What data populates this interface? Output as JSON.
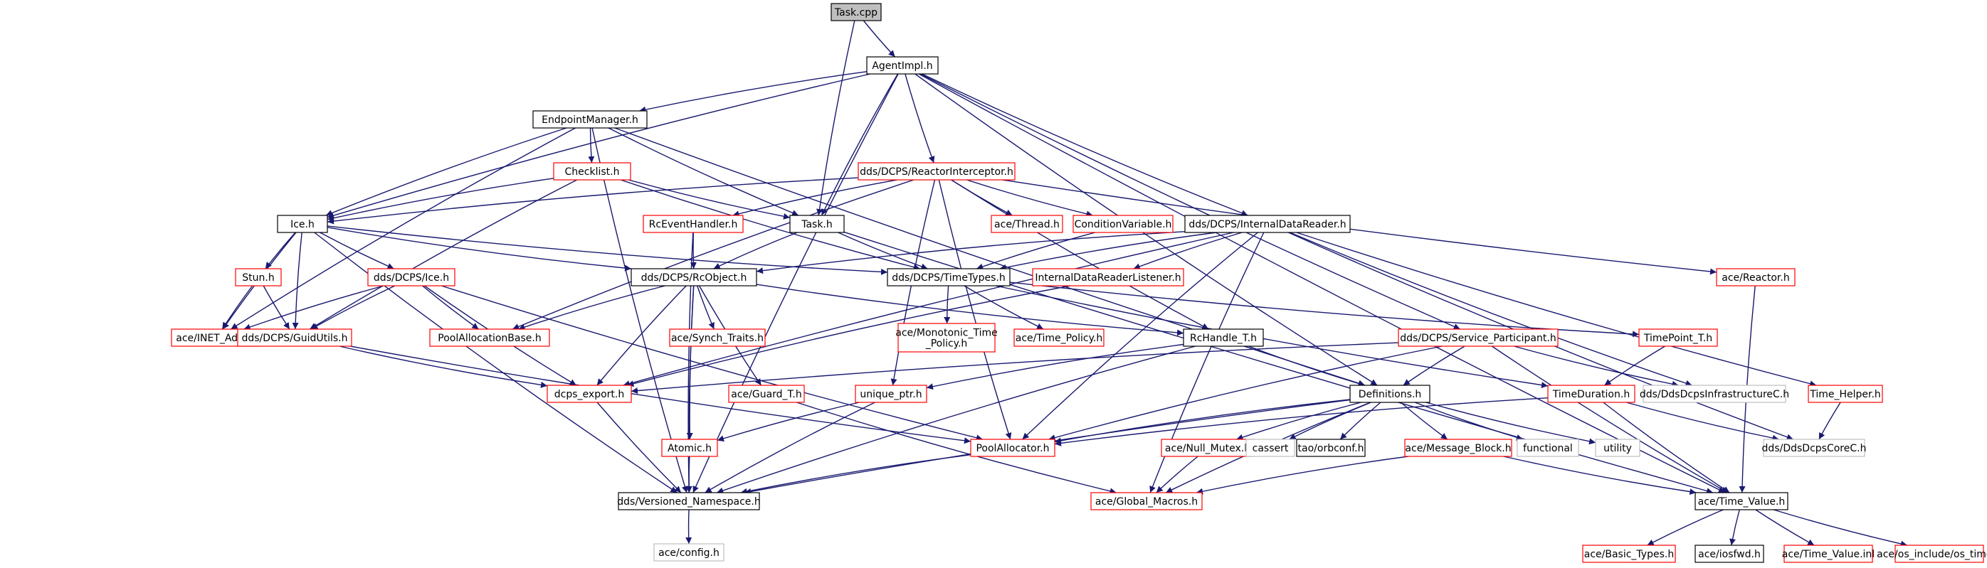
{
  "graph": {
    "nodes": [
      {
        "id": "task_cpp",
        "label": "Task.cpp",
        "style": "root"
      },
      {
        "id": "agentimpl",
        "label": "AgentImpl.h",
        "style": "black"
      },
      {
        "id": "endpointmgr",
        "label": "EndpointManager.h",
        "style": "black"
      },
      {
        "id": "checklist",
        "label": "Checklist.h",
        "style": "red"
      },
      {
        "id": "reactorint",
        "label": "dds/DCPS/ReactorInterceptor.h",
        "style": "red"
      },
      {
        "id": "internaldr",
        "label": "dds/DCPS/InternalDataReader.h",
        "style": "black"
      },
      {
        "id": "ice",
        "label": "Ice.h",
        "style": "black"
      },
      {
        "id": "rceventhandler",
        "label": "RcEventHandler.h",
        "style": "red"
      },
      {
        "id": "task_h",
        "label": "Task.h",
        "style": "black"
      },
      {
        "id": "acethread",
        "label": "ace/Thread.h",
        "style": "red"
      },
      {
        "id": "condvar",
        "label": "ConditionVariable.h",
        "style": "red"
      },
      {
        "id": "acereactor",
        "label": "ace/Reactor.h",
        "style": "red"
      },
      {
        "id": "stun",
        "label": "Stun.h",
        "style": "red"
      },
      {
        "id": "dcpsice",
        "label": "dds/DCPS/Ice.h",
        "style": "red"
      },
      {
        "id": "rcobject",
        "label": "dds/DCPS/RcObject.h",
        "style": "black"
      },
      {
        "id": "timetypes",
        "label": "dds/DCPS/TimeTypes.h",
        "style": "black"
      },
      {
        "id": "idrlistener",
        "label": "InternalDataReaderListener.h",
        "style": "red"
      },
      {
        "id": "inetaddr",
        "label": "ace/INET_Addr.h",
        "style": "red"
      },
      {
        "id": "guidutils",
        "label": "dds/DCPS/GuidUtils.h",
        "style": "red"
      },
      {
        "id": "poolallocbase",
        "label": "PoolAllocationBase.h",
        "style": "red"
      },
      {
        "id": "synchtraits",
        "label": "ace/Synch_Traits.h",
        "style": "red"
      },
      {
        "id": "monotonic",
        "label": "ace/Monotonic_Time_Policy.h",
        "lines": [
          "ace/Monotonic_Time",
          "_Policy.h"
        ],
        "style": "red"
      },
      {
        "id": "timepolicy",
        "label": "ace/Time_Policy.h",
        "style": "red"
      },
      {
        "id": "rchandle",
        "label": "RcHandle_T.h",
        "style": "black"
      },
      {
        "id": "svcpart",
        "label": "dds/DCPS/Service_Participant.h",
        "style": "red"
      },
      {
        "id": "timepoint",
        "label": "TimePoint_T.h",
        "style": "red"
      },
      {
        "id": "dcpsexport",
        "label": "dcps_export.h",
        "style": "red"
      },
      {
        "id": "guard",
        "label": "ace/Guard_T.h",
        "style": "red"
      },
      {
        "id": "uniqueptr",
        "label": "unique_ptr.h",
        "style": "red"
      },
      {
        "id": "definitions",
        "label": "Definitions.h",
        "style": "black"
      },
      {
        "id": "timeduration",
        "label": "TimeDuration.h",
        "style": "red"
      },
      {
        "id": "infraC",
        "label": "dds/DdsDcpsInfrastructureC.h",
        "style": "gray"
      },
      {
        "id": "timehelper",
        "label": "Time_Helper.h",
        "style": "red"
      },
      {
        "id": "atomic",
        "label": "Atomic.h",
        "style": "red"
      },
      {
        "id": "poolalloc",
        "label": "PoolAllocator.h",
        "style": "red"
      },
      {
        "id": "nullmutex",
        "label": "ace/Null_Mutex.h",
        "style": "red"
      },
      {
        "id": "cassert",
        "label": "cassert",
        "style": "gray"
      },
      {
        "id": "taoorbconf",
        "label": "tao/orbconf.h",
        "style": "black"
      },
      {
        "id": "msgblock",
        "label": "ace/Message_Block.h",
        "style": "red"
      },
      {
        "id": "functional",
        "label": "functional",
        "style": "gray"
      },
      {
        "id": "utility",
        "label": "utility",
        "style": "gray"
      },
      {
        "id": "coreC",
        "label": "dds/DdsDcpsCoreC.h",
        "style": "gray"
      },
      {
        "id": "versioned",
        "label": "dds/Versioned_Namespace.h",
        "style": "black"
      },
      {
        "id": "globalmacros",
        "label": "ace/Global_Macros.h",
        "style": "red"
      },
      {
        "id": "timevalue",
        "label": "ace/Time_Value.h",
        "style": "black"
      },
      {
        "id": "aceconfig",
        "label": "ace/config.h",
        "style": "gray"
      },
      {
        "id": "basictypes",
        "label": "ace/Basic_Types.h",
        "style": "red"
      },
      {
        "id": "iosfwd",
        "label": "ace/iosfwd.h",
        "style": "black"
      },
      {
        "id": "timevalueinl",
        "label": "ace/Time_Value.inl",
        "style": "red"
      },
      {
        "id": "ostime",
        "label": "ace/os_include/os_time.h",
        "style": "red"
      }
    ],
    "edges": [
      [
        "task_cpp",
        "agentimpl"
      ],
      [
        "task_cpp",
        "task_h"
      ],
      [
        "agentimpl",
        "endpointmgr"
      ],
      [
        "agentimpl",
        "ice"
      ],
      [
        "agentimpl",
        "task_h"
      ],
      [
        "agentimpl",
        "reactorint"
      ],
      [
        "agentimpl",
        "internaldr"
      ],
      [
        "agentimpl",
        "definitions"
      ],
      [
        "agentimpl",
        "svcpart"
      ],
      [
        "agentimpl",
        "versioned"
      ],
      [
        "agentimpl",
        "timevalue"
      ],
      [
        "endpointmgr",
        "checklist"
      ],
      [
        "endpointmgr",
        "ice"
      ],
      [
        "endpointmgr",
        "task_h"
      ],
      [
        "endpointmgr",
        "inetaddr"
      ],
      [
        "endpointmgr",
        "versioned"
      ],
      [
        "endpointmgr",
        "definitions"
      ],
      [
        "checklist",
        "ice"
      ],
      [
        "checklist",
        "task_h"
      ],
      [
        "checklist",
        "guidutils"
      ],
      [
        "checklist",
        "timetypes"
      ],
      [
        "reactorint",
        "ice"
      ],
      [
        "reactorint",
        "rceventhandler"
      ],
      [
        "reactorint",
        "acethread"
      ],
      [
        "reactorint",
        "condvar"
      ],
      [
        "reactorint",
        "acereactor"
      ],
      [
        "reactorint",
        "poolallocbase"
      ],
      [
        "reactorint",
        "uniqueptr"
      ],
      [
        "reactorint",
        "rchandle"
      ],
      [
        "reactorint",
        "poolalloc"
      ],
      [
        "internaldr",
        "rcobject"
      ],
      [
        "internaldr",
        "timetypes"
      ],
      [
        "internaldr",
        "idrlistener"
      ],
      [
        "internaldr",
        "dcpsexport"
      ],
      [
        "internaldr",
        "poolalloc"
      ],
      [
        "internaldr",
        "globalmacros"
      ],
      [
        "internaldr",
        "infraC"
      ],
      [
        "internaldr",
        "coreC"
      ],
      [
        "internaldr",
        "timehelper"
      ],
      [
        "ice",
        "stun"
      ],
      [
        "ice",
        "dcpsice"
      ],
      [
        "ice",
        "guidutils"
      ],
      [
        "ice",
        "rcobject"
      ],
      [
        "ice",
        "timetypes"
      ],
      [
        "ice",
        "inetaddr"
      ],
      [
        "ice",
        "versioned"
      ],
      [
        "rceventhandler",
        "rcobject"
      ],
      [
        "rceventhandler",
        "versioned"
      ],
      [
        "task_h",
        "rcobject"
      ],
      [
        "task_h",
        "timetypes"
      ],
      [
        "task_h",
        "timevalue"
      ],
      [
        "condvar",
        "timetypes"
      ],
      [
        "stun",
        "inetaddr"
      ],
      [
        "stun",
        "guidutils"
      ],
      [
        "dcpsice",
        "inetaddr"
      ],
      [
        "dcpsice",
        "guidutils"
      ],
      [
        "dcpsice",
        "poolallocbase"
      ],
      [
        "dcpsice",
        "dcpsexport"
      ],
      [
        "dcpsice",
        "poolalloc"
      ],
      [
        "rcobject",
        "poolallocbase"
      ],
      [
        "rcobject",
        "synchtraits"
      ],
      [
        "rcobject",
        "guard"
      ],
      [
        "rcobject",
        "atomic"
      ],
      [
        "rcobject",
        "dcpsexport"
      ],
      [
        "rcobject",
        "rchandle"
      ],
      [
        "rcobject",
        "versioned"
      ],
      [
        "timetypes",
        "monotonic"
      ],
      [
        "timetypes",
        "timepolicy"
      ],
      [
        "timetypes",
        "timepoint"
      ],
      [
        "timetypes",
        "timeduration"
      ],
      [
        "idrlistener",
        "dcpsexport"
      ],
      [
        "guidutils",
        "dcpsexport"
      ],
      [
        "guidutils",
        "poolalloc"
      ],
      [
        "rchandle",
        "uniqueptr"
      ],
      [
        "rchandle",
        "definitions"
      ],
      [
        "rchandle",
        "versioned"
      ],
      [
        "svcpart",
        "dcpsexport"
      ],
      [
        "svcpart",
        "definitions"
      ],
      [
        "svcpart",
        "poolalloc"
      ],
      [
        "svcpart",
        "infraC"
      ],
      [
        "svcpart",
        "timevalue"
      ],
      [
        "timepoint",
        "timeduration"
      ],
      [
        "dcpsexport",
        "versioned"
      ],
      [
        "guard",
        "globalmacros"
      ],
      [
        "uniqueptr",
        "atomic"
      ],
      [
        "uniqueptr",
        "versioned"
      ],
      [
        "definitions",
        "poolalloc"
      ],
      [
        "definitions",
        "nullmutex"
      ],
      [
        "definitions",
        "cassert"
      ],
      [
        "definitions",
        "taoorbconf"
      ],
      [
        "definitions",
        "msgblock"
      ],
      [
        "definitions",
        "functional"
      ],
      [
        "definitions",
        "utility"
      ],
      [
        "definitions",
        "versioned"
      ],
      [
        "definitions",
        "globalmacros"
      ],
      [
        "timeduration",
        "poolalloc"
      ],
      [
        "timeduration",
        "coreC"
      ],
      [
        "timeduration",
        "timevalue"
      ],
      [
        "timehelper",
        "coreC"
      ],
      [
        "atomic",
        "versioned"
      ],
      [
        "poolalloc",
        "versioned"
      ],
      [
        "nullmutex",
        "globalmacros"
      ],
      [
        "msgblock",
        "globalmacros"
      ],
      [
        "msgblock",
        "timevalue"
      ],
      [
        "versioned",
        "aceconfig"
      ],
      [
        "timevalue",
        "basictypes"
      ],
      [
        "timevalue",
        "iosfwd"
      ],
      [
        "timevalue",
        "timevalueinl"
      ],
      [
        "timevalue",
        "ostime"
      ],
      [
        "acereactor",
        "timevalue"
      ]
    ]
  },
  "colors": {
    "edge": "#191970",
    "black_border": "#000000",
    "red_border": "#ff0000",
    "gray_border": "#bfbfbf",
    "root_fill": "#bfbfbf",
    "text": "#000000"
  }
}
